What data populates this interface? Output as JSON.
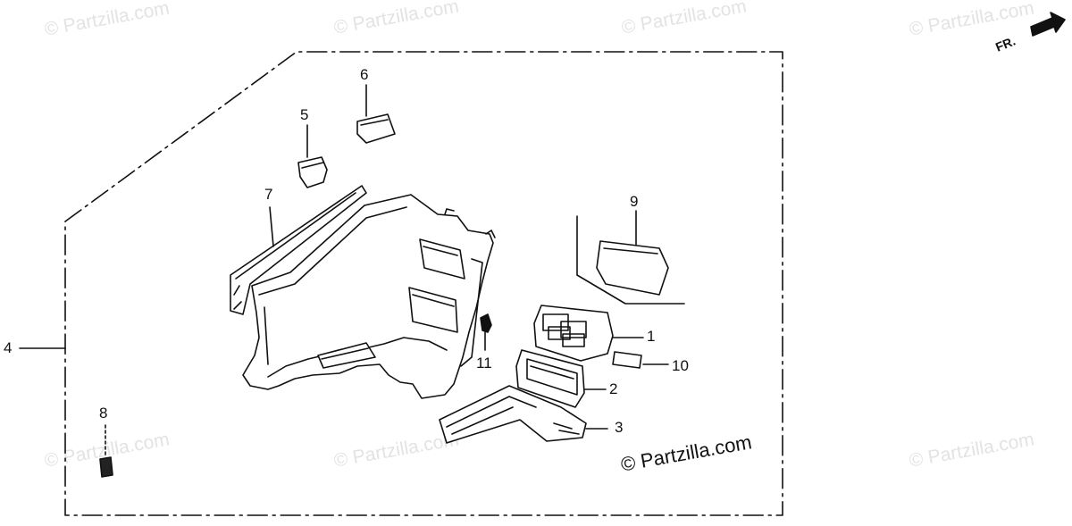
{
  "watermark": "© Partzilla.com",
  "copyright": "© Partzilla.com",
  "direction_label": "FR.",
  "callouts": {
    "c1": "1",
    "c2": "2",
    "c3": "3",
    "c4": "4",
    "c5": "5",
    "c6": "6",
    "c7": "7",
    "c8": "8",
    "c9": "9",
    "c10": "10",
    "c11": "11"
  },
  "colors": {
    "line": "#111111",
    "watermark": "#e3e3e3",
    "background": "#ffffff"
  }
}
